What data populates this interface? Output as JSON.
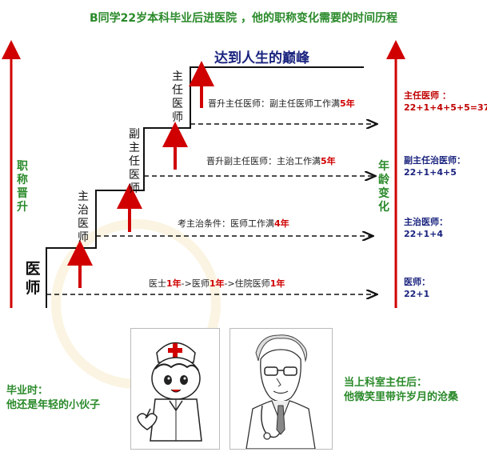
{
  "title": "B同学22岁本科毕业后进医院 ，他的职称变化需要的时间历程",
  "peak_label": "达到人生的巅峰",
  "left_axis_label": "职称晋升",
  "right_axis_label": "年龄变化",
  "steps": {
    "doctor": "医师",
    "attending": "主治医师",
    "associate": "副主任医师",
    "chief": "主任医师"
  },
  "conditions": {
    "c1": {
      "p1": "医士",
      "n1": "1年",
      "p2": "->医师",
      "n2": "1年",
      "p3": "->住院医师",
      "n3": "1年"
    },
    "c2": {
      "p1": "考主治条件：医师工作满",
      "n1": "4年"
    },
    "c3": {
      "p1": "晋升副主任医师：主治工作满",
      "n1": "5年"
    },
    "c4": {
      "p1": "晋升主任医师：副主任医师工作满",
      "n1": "5年"
    }
  },
  "age_labels": [
    {
      "title": "主任医师 ：",
      "formula": "22+1+4+5+5=37"
    },
    {
      "title": "副主任治医师：",
      "formula": "22+1+4+5"
    },
    {
      "title": "主治医师：",
      "formula": "22+1+4"
    },
    {
      "title": "医师：",
      "formula": "22+1"
    }
  ],
  "caption_left": {
    "line1": "毕业时：",
    "line2": "他还是年轻的小伙子"
  },
  "caption_right": {
    "line1": "当上科室主任后：",
    "line2": "他微笑里带许岁月的沧桑"
  },
  "colors": {
    "green": "#2a8a2a",
    "red": "#d00000",
    "navy": "#1a237e"
  }
}
